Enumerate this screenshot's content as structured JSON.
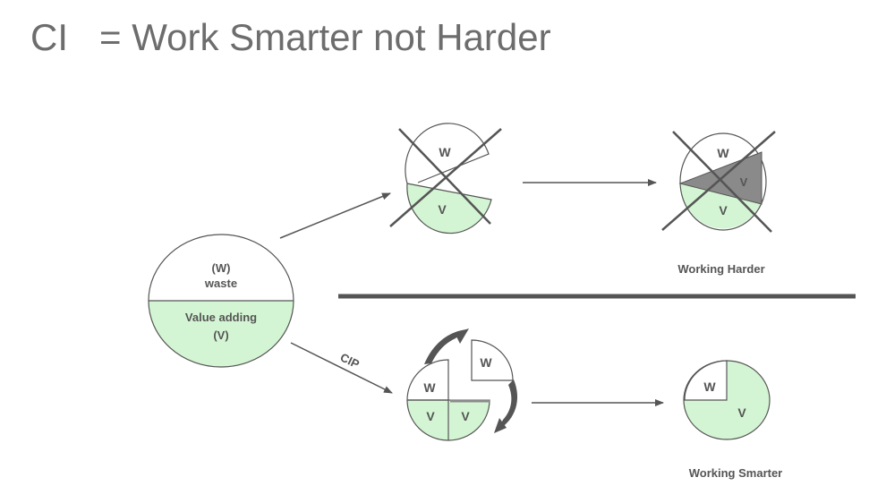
{
  "title": {
    "prefix": "CI",
    "equation": "= Work Smarter not Harder"
  },
  "source_circle": {
    "top_symbol": "(W)",
    "top_label": "waste",
    "bottom_label": "Value adding",
    "bottom_symbol": "(V)"
  },
  "harder_path": {
    "mid_waste": "W",
    "mid_value": "V",
    "result_waste": "W",
    "result_wedge": "V",
    "result_value": "V",
    "caption": "Working Harder"
  },
  "smarter_path": {
    "arrow_label": "CIP",
    "detached_waste": "W",
    "mid_waste": "W",
    "mid_value_left": "V",
    "mid_value_right": "V",
    "result_waste": "W",
    "result_value": "V",
    "caption": "Working Smarter"
  },
  "colors": {
    "value_fill": "#d4f5d4",
    "line": "#555555",
    "text": "#555555",
    "title": "#6d6d6d",
    "wedge_fill": "#8a8a8a",
    "divider": "#555555"
  }
}
